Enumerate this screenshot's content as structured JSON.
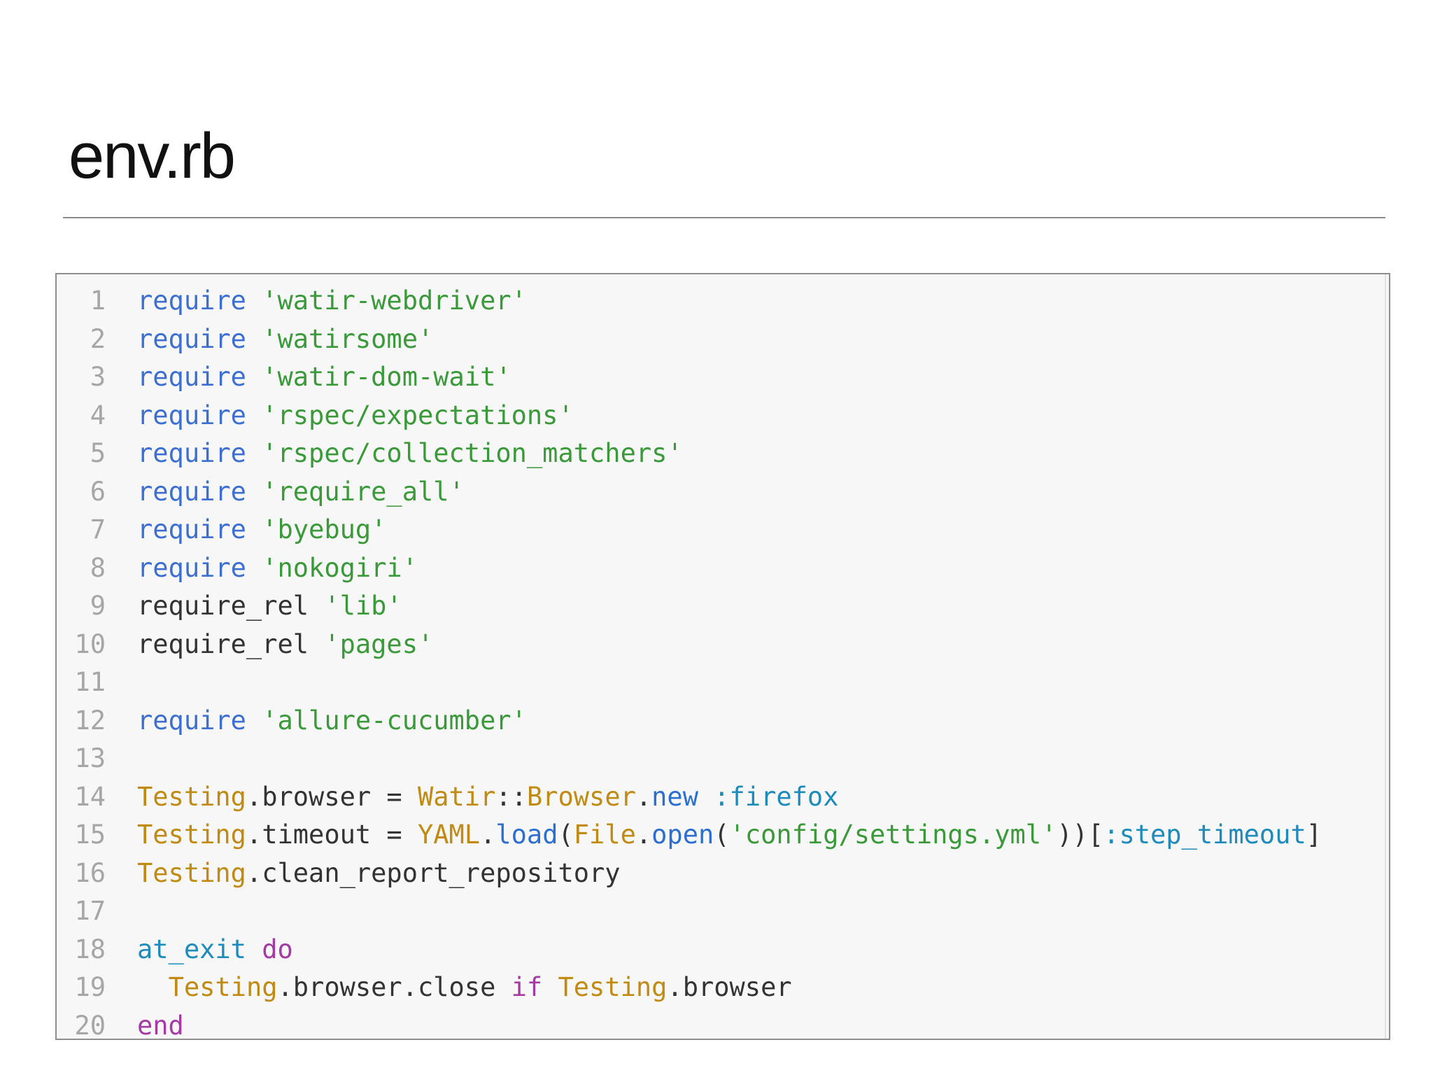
{
  "slide": {
    "title": "env.rb"
  },
  "code": {
    "line_numbers": [
      "1",
      "2",
      "3",
      "4",
      "5",
      "6",
      "7",
      "8",
      "9",
      "10",
      "11",
      "12",
      "13",
      "14",
      "15",
      "16",
      "17",
      "18",
      "19",
      "20"
    ],
    "colors": {
      "keyword": "#3c6fd1",
      "string": "#3a9a3a",
      "constant": "#c18b13",
      "method": "#2d6fd0",
      "symbol": "#1f8bbd",
      "control": "#a53aa5",
      "text": "#333333",
      "line_number": "#a6a6a6"
    },
    "lines": [
      [
        {
          "t": "require",
          "c": "kw"
        },
        {
          "t": " ",
          "c": "punc"
        },
        {
          "t": "'watir-webdriver'",
          "c": "str"
        }
      ],
      [
        {
          "t": "require",
          "c": "kw"
        },
        {
          "t": " ",
          "c": "punc"
        },
        {
          "t": "'watirsome'",
          "c": "str"
        }
      ],
      [
        {
          "t": "require",
          "c": "kw"
        },
        {
          "t": " ",
          "c": "punc"
        },
        {
          "t": "'watir-dom-wait'",
          "c": "str"
        }
      ],
      [
        {
          "t": "require",
          "c": "kw"
        },
        {
          "t": " ",
          "c": "punc"
        },
        {
          "t": "'rspec/expectations'",
          "c": "str"
        }
      ],
      [
        {
          "t": "require",
          "c": "kw"
        },
        {
          "t": " ",
          "c": "punc"
        },
        {
          "t": "'rspec/collection_matchers'",
          "c": "str"
        }
      ],
      [
        {
          "t": "require",
          "c": "kw"
        },
        {
          "t": " ",
          "c": "punc"
        },
        {
          "t": "'require_all'",
          "c": "str"
        }
      ],
      [
        {
          "t": "require",
          "c": "kw"
        },
        {
          "t": " ",
          "c": "punc"
        },
        {
          "t": "'byebug'",
          "c": "str"
        }
      ],
      [
        {
          "t": "require",
          "c": "kw"
        },
        {
          "t": " ",
          "c": "punc"
        },
        {
          "t": "'nokogiri'",
          "c": "str"
        }
      ],
      [
        {
          "t": "require_rel",
          "c": "id"
        },
        {
          "t": " ",
          "c": "punc"
        },
        {
          "t": "'lib'",
          "c": "str"
        }
      ],
      [
        {
          "t": "require_rel",
          "c": "id"
        },
        {
          "t": " ",
          "c": "punc"
        },
        {
          "t": "'pages'",
          "c": "str"
        }
      ],
      [],
      [
        {
          "t": "require",
          "c": "kw"
        },
        {
          "t": " ",
          "c": "punc"
        },
        {
          "t": "'allure-cucumber'",
          "c": "str"
        }
      ],
      [],
      [
        {
          "t": "Testing",
          "c": "const"
        },
        {
          "t": ".browser = ",
          "c": "punc"
        },
        {
          "t": "Watir",
          "c": "const"
        },
        {
          "t": "::",
          "c": "punc"
        },
        {
          "t": "Browser",
          "c": "const"
        },
        {
          "t": ".",
          "c": "punc"
        },
        {
          "t": "new",
          "c": "meth"
        },
        {
          "t": " ",
          "c": "punc"
        },
        {
          "t": ":firefox",
          "c": "sym"
        }
      ],
      [
        {
          "t": "Testing",
          "c": "const"
        },
        {
          "t": ".timeout = ",
          "c": "punc"
        },
        {
          "t": "YAML",
          "c": "const"
        },
        {
          "t": ".",
          "c": "punc"
        },
        {
          "t": "load",
          "c": "meth"
        },
        {
          "t": "(",
          "c": "punc"
        },
        {
          "t": "File",
          "c": "const"
        },
        {
          "t": ".",
          "c": "punc"
        },
        {
          "t": "open",
          "c": "meth"
        },
        {
          "t": "(",
          "c": "punc"
        },
        {
          "t": "'config/settings.yml'",
          "c": "str"
        },
        {
          "t": "))[",
          "c": "punc"
        },
        {
          "t": ":step_timeout",
          "c": "sym"
        },
        {
          "t": "]",
          "c": "punc"
        }
      ],
      [
        {
          "t": "Testing",
          "c": "const"
        },
        {
          "t": ".clean_report_repository",
          "c": "punc"
        }
      ],
      [],
      [
        {
          "t": "at_exit",
          "c": "sym"
        },
        {
          "t": " ",
          "c": "punc"
        },
        {
          "t": "do",
          "c": "ctl"
        }
      ],
      [
        {
          "t": "  ",
          "c": "punc"
        },
        {
          "t": "Testing",
          "c": "const"
        },
        {
          "t": ".browser.close ",
          "c": "punc"
        },
        {
          "t": "if",
          "c": "ctl"
        },
        {
          "t": " ",
          "c": "punc"
        },
        {
          "t": "Testing",
          "c": "const"
        },
        {
          "t": ".browser",
          "c": "punc"
        }
      ],
      [
        {
          "t": "end",
          "c": "ctl"
        }
      ]
    ]
  }
}
